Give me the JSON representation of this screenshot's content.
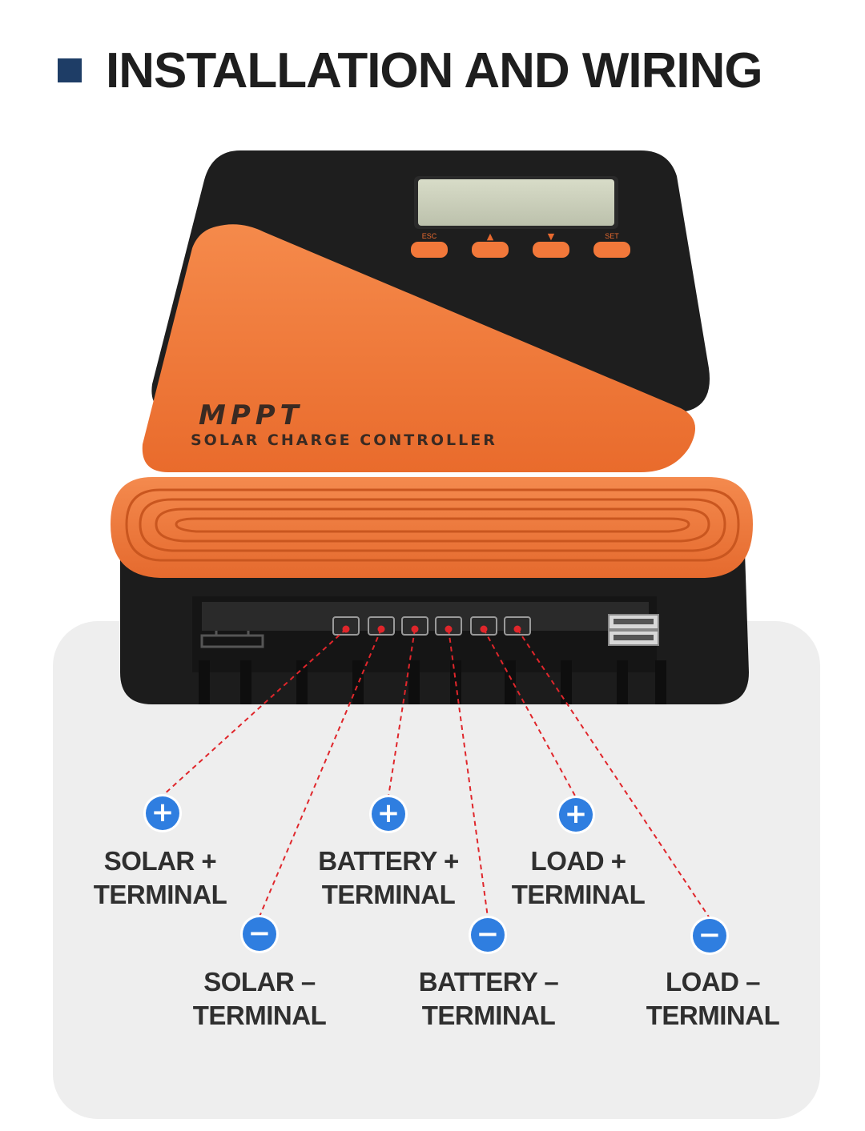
{
  "title": "INSTALLATION AND WIRING",
  "device": {
    "brand": "MPPT",
    "subtitle": "SOLAR CHARGE CONTROLLER",
    "buttons": [
      "ESC",
      "▲",
      "▼",
      "SET"
    ]
  },
  "terminals": [
    {
      "sign": "+",
      "line1": "SOLAR +",
      "line2": "TERMINAL"
    },
    {
      "sign": "−",
      "line1": "SOLAR –",
      "line2": "TERMINAL"
    },
    {
      "sign": "+",
      "line1": "BATTERY +",
      "line2": "TERMINAL"
    },
    {
      "sign": "−",
      "line1": "BATTERY –",
      "line2": "TERMINAL"
    },
    {
      "sign": "+",
      "line1": "LOAD +",
      "line2": "TERMINAL"
    },
    {
      "sign": "−",
      "line1": "LOAD –",
      "line2": "TERMINAL"
    }
  ],
  "colors": {
    "accent": "#f2783a",
    "body": "#1f1f1f",
    "badge": "#2f7ee0",
    "leader": "#e0262b"
  }
}
